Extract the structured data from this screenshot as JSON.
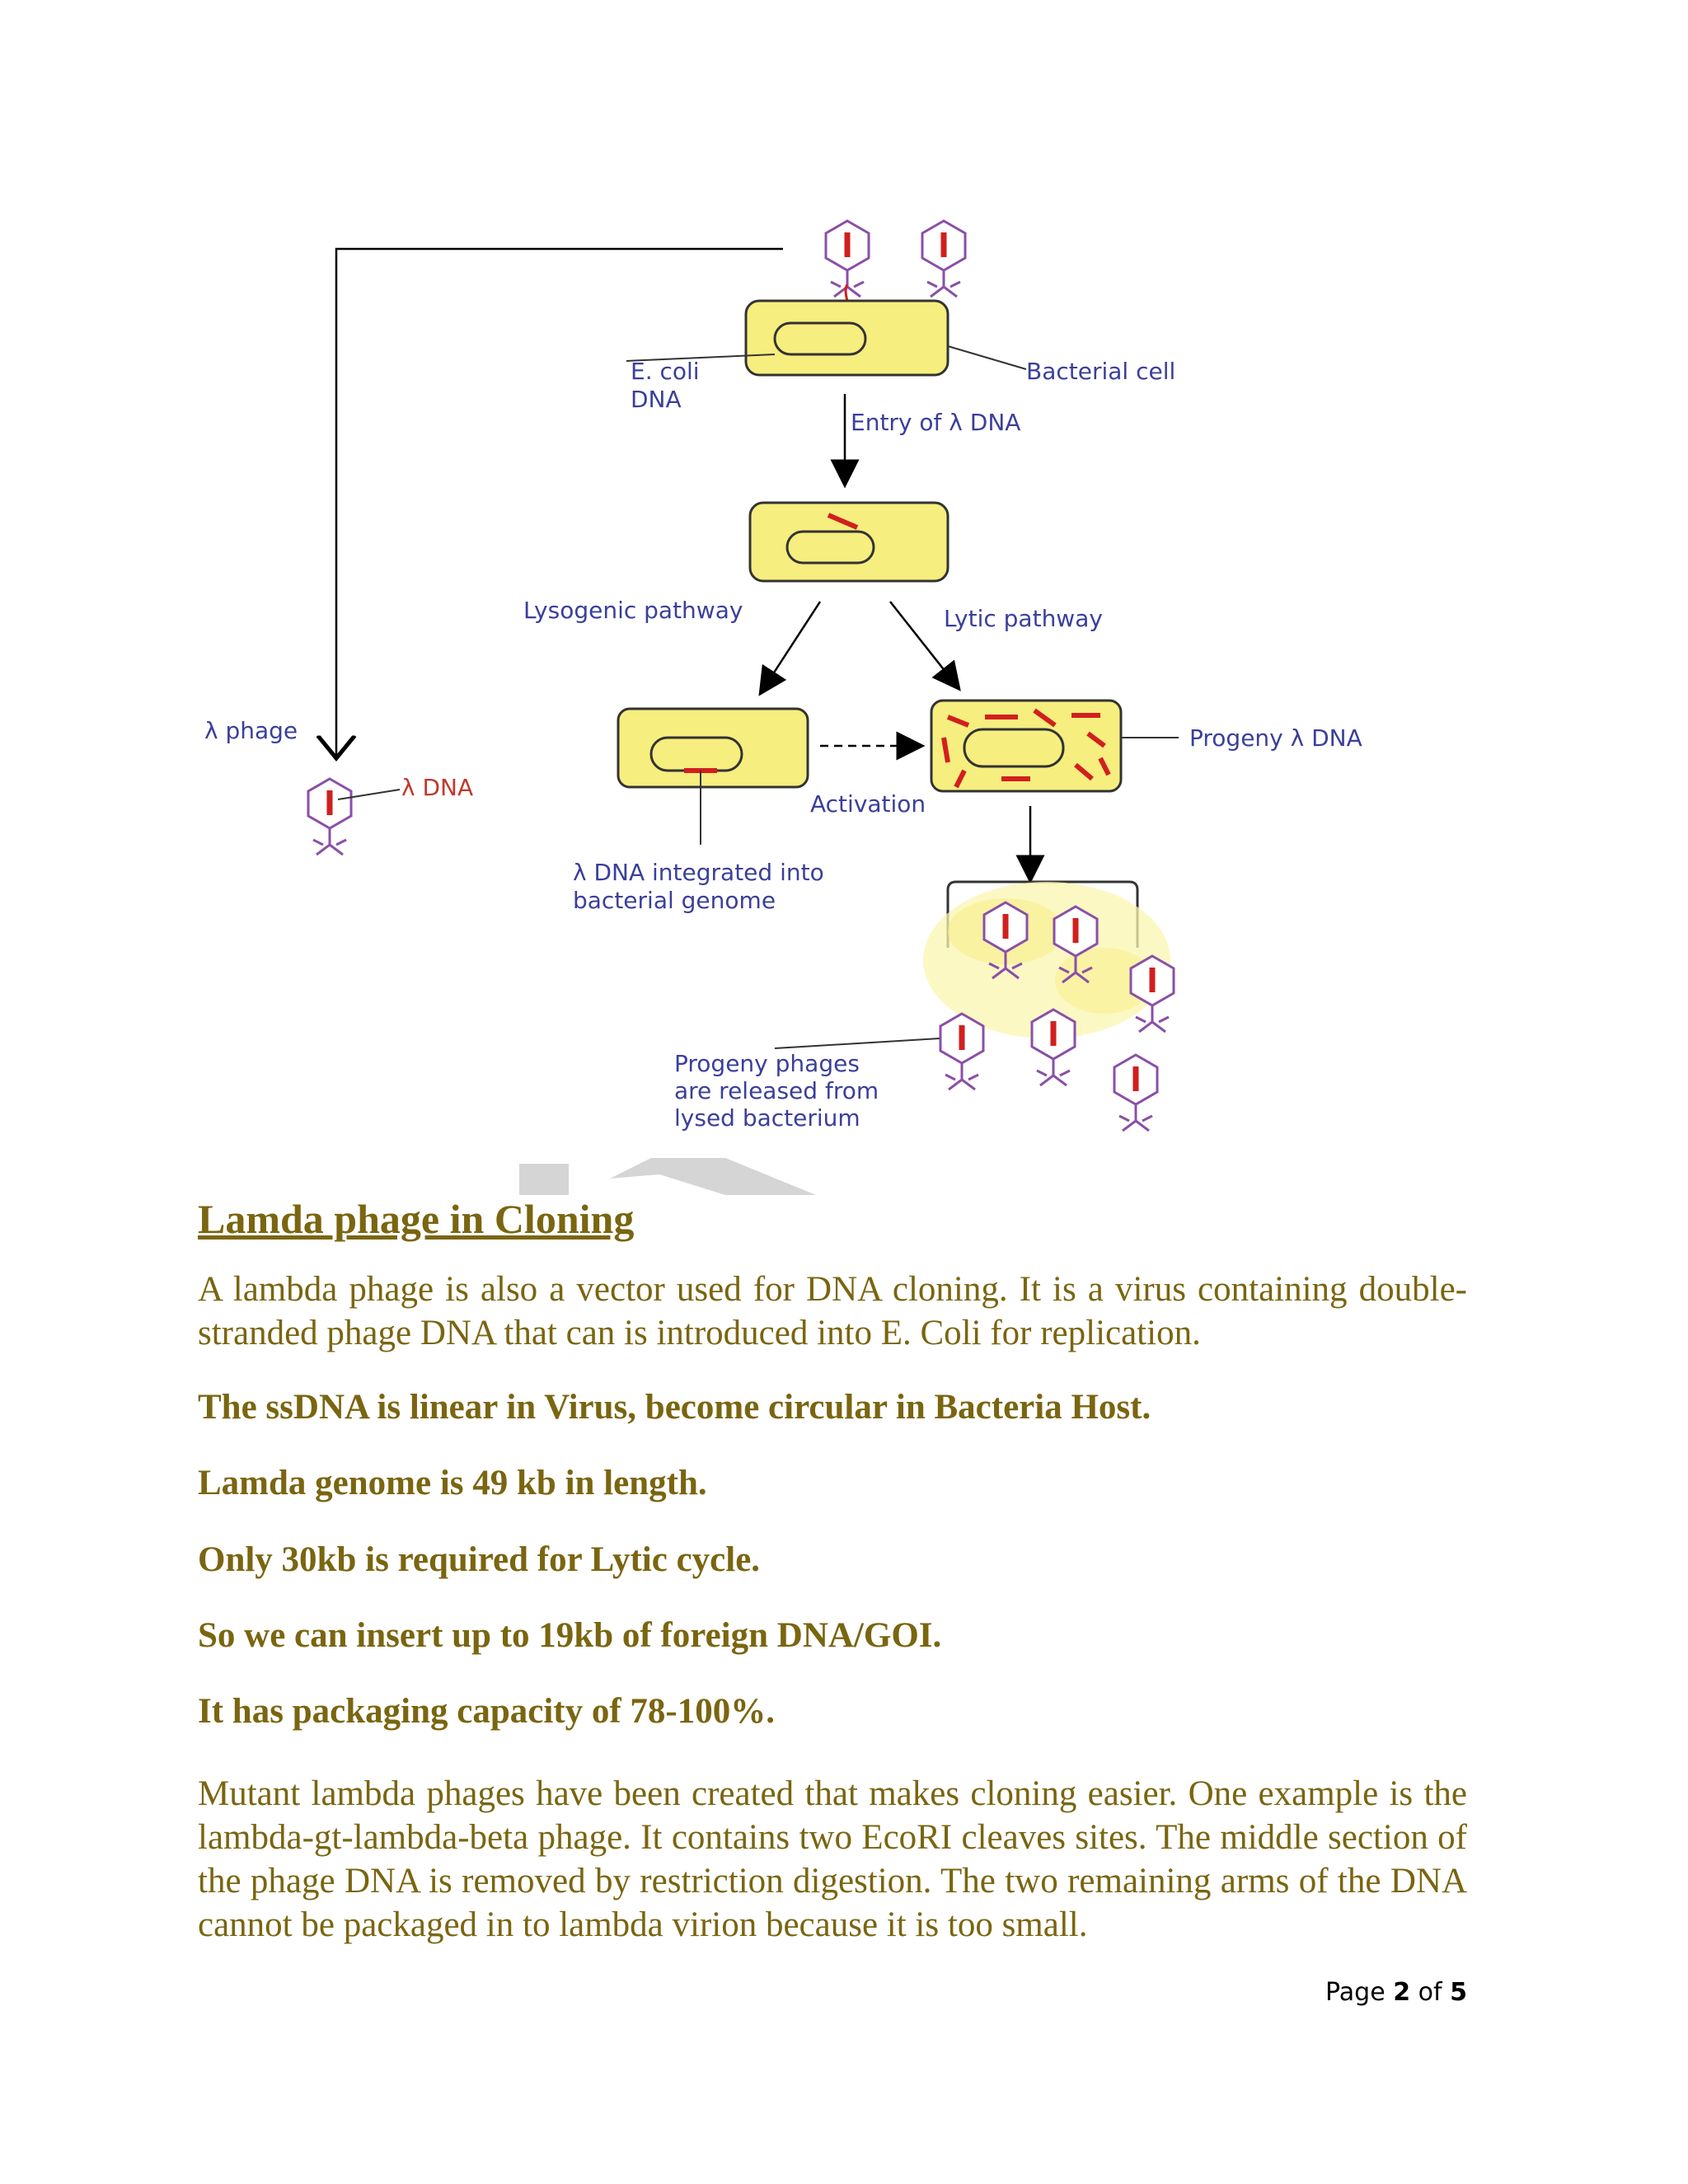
{
  "diagram": {
    "labels": {
      "ecoli_dna": [
        "E. coli",
        "DNA"
      ],
      "bacterial_cell": "Bacterial cell",
      "entry": "Entry of λ DNA",
      "lysogenic": "Lysogenic pathway",
      "lytic": "Lytic pathway",
      "lambda_phage": "λ phage",
      "lambda_dna": "λ DNA",
      "progeny_dna": "Progeny λ DNA",
      "activation": "Activation",
      "integrated": [
        "λ DNA integrated into",
        "bacterial genome"
      ],
      "released": [
        "Progeny phages",
        "are released from",
        "lysed bacterium"
      ]
    },
    "colors": {
      "cell_fill": "#f6ee7e",
      "cell_stroke": "#333333",
      "phage_stroke": "#8a4fa8",
      "dna": "#d11f1f",
      "label": "#3b3f9a"
    }
  },
  "document": {
    "heading": "Lamda phage in Cloning",
    "intro": "A lambda phage is also a vector used for DNA cloning. It is a virus containing double-stranded phage DNA that can is introduced into E. Coli for replication.",
    "bold_points": [
      "The ssDNA is linear in Virus, become circular in Bacteria Host.",
      "Lamda genome is 49 kb in length.",
      "Only 30kb is required for Lytic cycle.",
      "So we can insert up to 19kb of foreign DNA/GOI.",
      "It has packaging capacity of 78-100%."
    ],
    "closing": "Mutant lambda phages have been created that makes cloning easier. One example is the lambda-gt-lambda-beta phage. It contains two EcoRI cleaves sites. The middle section of the phage DNA is removed by restriction digestion. The two remaining arms of the DNA cannot be packaged in to lambda virion because it is too small."
  },
  "footer": {
    "page_word": "Page",
    "current": "2",
    "of_word": "of",
    "total": "5"
  }
}
